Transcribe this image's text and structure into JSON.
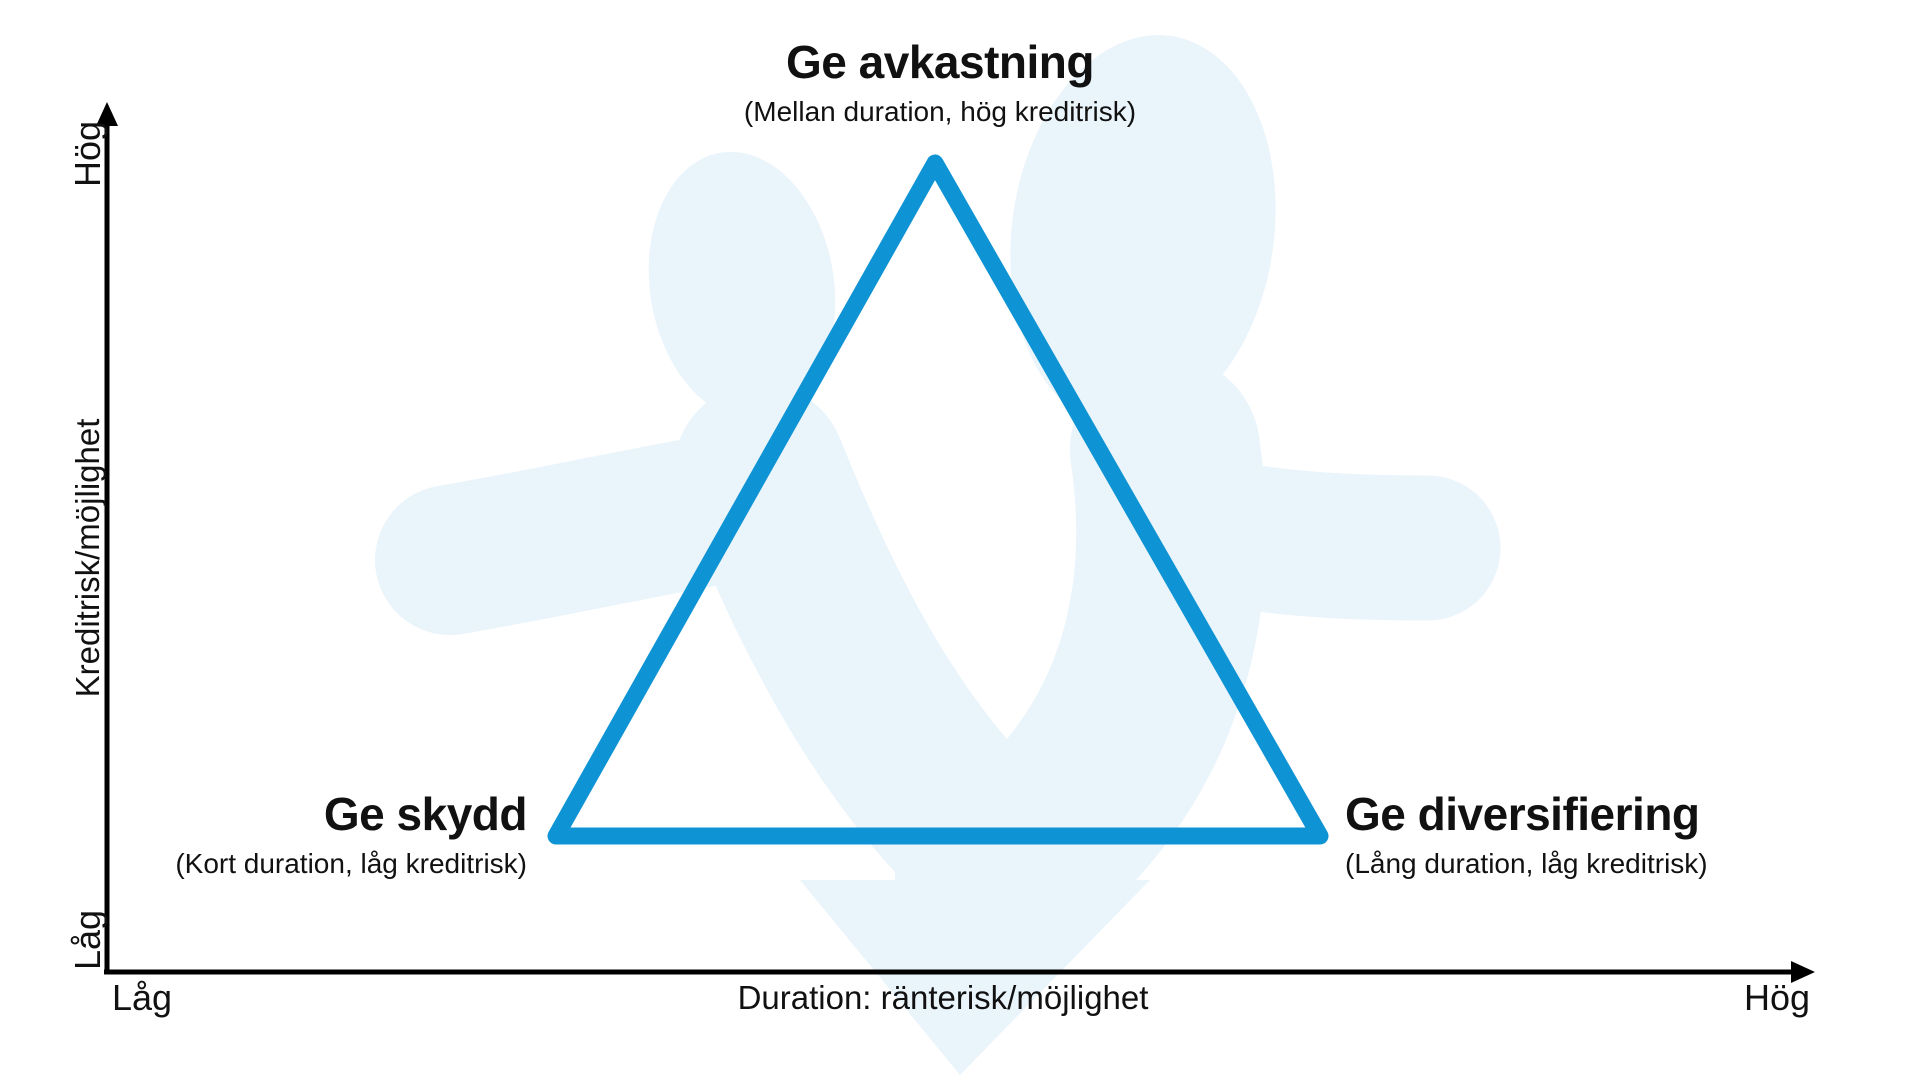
{
  "diagram": {
    "vertices": {
      "top": {
        "label": "Ge avkastning",
        "subtitle": "(Mellan duration, hög kreditrisk)"
      },
      "left": {
        "label": "Ge skydd",
        "subtitle": "(Kort duration, låg kreditrisk)"
      },
      "right": {
        "label": "Ge diversifiering",
        "subtitle": "(Lång duration, låg kreditrisk)"
      }
    },
    "axes": {
      "y": {
        "title": "Kreditrisk/möjlighet",
        "max": "Hög",
        "min": "Låg"
      },
      "x": {
        "title": "Duration: ränterisk/möjlighet",
        "min": "Låg",
        "max": "Hög"
      }
    },
    "colors": {
      "triangle": "#0e93d4",
      "watermark": "#eaf4fb",
      "axis": "#000000",
      "text": "#111111"
    }
  }
}
